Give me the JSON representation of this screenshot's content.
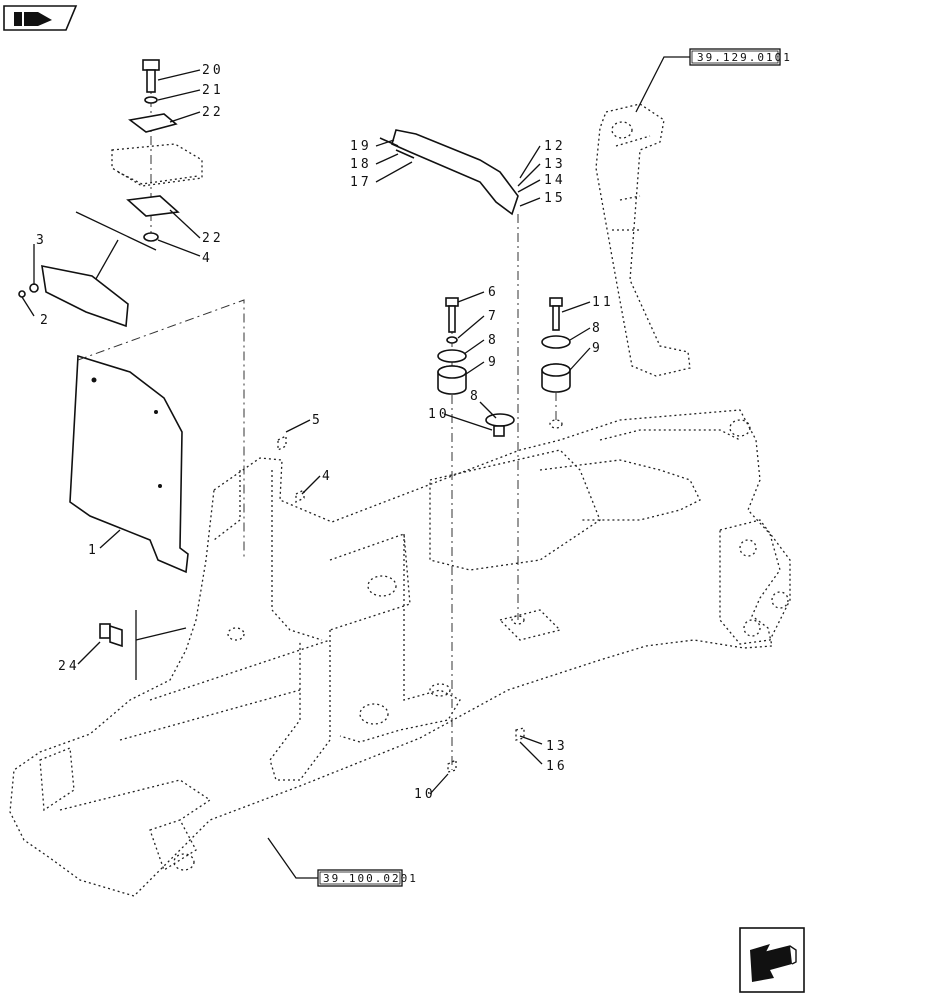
{
  "corner_icons": {
    "top_left": "book-navigation-icon",
    "bottom_right": "navigate-arrow-icon"
  },
  "references": {
    "upper": "39.129.0101",
    "lower": "39.100.0201"
  },
  "callouts": {
    "c20": "20",
    "c21": "21",
    "c22a": "22",
    "c22b": "22",
    "c4a": "4",
    "c3": "3",
    "c2": "2",
    "c19": "19",
    "c18": "18",
    "c17": "17",
    "c12": "12",
    "c13a": "13",
    "c14": "14",
    "c15": "15",
    "c6": "6",
    "c7": "7",
    "c8a": "8",
    "c9a": "9",
    "c11": "11",
    "c8b": "8",
    "c9b": "9",
    "c8c": "8",
    "c10a": "10",
    "c5": "5",
    "c4b": "4",
    "c1": "1",
    "c24": "24",
    "c13b": "13",
    "c16": "16",
    "c10b": "10"
  }
}
